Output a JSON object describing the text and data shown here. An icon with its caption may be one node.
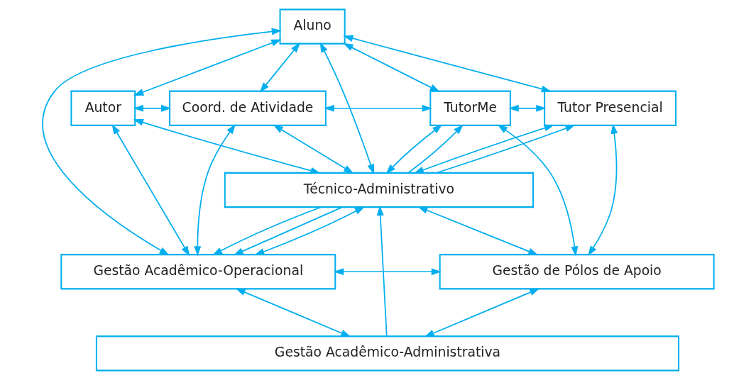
{
  "diagram": {
    "nodes": [
      {
        "text": [
          "Aluno"
        ]
      },
      {
        "text": [
          "Autor"
        ]
      },
      {
        "text": [
          "Coord. de Atividade"
        ]
      },
      {
        "text": [
          "TutorMe"
        ]
      },
      {
        "text": [
          "Tutor Presencial"
        ]
      },
      {
        "text": [
          "Técnico-Administrativo"
        ]
      },
      {
        "text": [
          "Gestão Acadêmico-Operacional"
        ]
      },
      {
        "text": [
          "Gestão de Pólos de Apoio"
        ]
      },
      {
        "text": [
          "Gestão Acadêmico-Administrativa"
        ]
      }
    ],
    "edges": [
      {
        "from": 0,
        "to": 1,
        "arrow": "both"
      },
      {
        "from": 6,
        "to": 0,
        "arrow": "both"
      },
      {
        "from": 0,
        "to": 2,
        "arrow": "both"
      },
      {
        "from": 0,
        "to": 5,
        "arrow": "both"
      },
      {
        "from": 0,
        "to": 3,
        "arrow": "both"
      },
      {
        "from": 0,
        "to": 4,
        "arrow": "both"
      },
      {
        "from": 1,
        "to": 2,
        "arrow": "both"
      },
      {
        "from": 2,
        "to": 3,
        "arrow": "both"
      },
      {
        "from": 3,
        "to": 4,
        "arrow": "both"
      },
      {
        "from": 1,
        "to": 5,
        "arrow": "both"
      },
      {
        "from": 1,
        "to": 6,
        "arrow": "both"
      },
      {
        "from": 2,
        "to": 6,
        "arrow": "both"
      },
      {
        "from": 2,
        "to": 5,
        "arrow": "both"
      },
      {
        "from": 5,
        "to": 3,
        "arrow": "to"
      },
      {
        "from": 3,
        "to": 5,
        "arrow": "both"
      },
      {
        "from": 5,
        "to": 4,
        "arrow": "both"
      },
      {
        "from": 5,
        "to": 4,
        "arrow": "to"
      },
      {
        "from": 3,
        "to": 7,
        "arrow": "both"
      },
      {
        "from": 8,
        "to": 5,
        "arrow": "to"
      },
      {
        "from": 4,
        "to": 7,
        "arrow": "both"
      },
      {
        "from": 5,
        "to": 6,
        "arrow": "to"
      },
      {
        "from": 5,
        "to": 6,
        "arrow": "to"
      },
      {
        "from": 5,
        "to": 6,
        "arrow": "both"
      },
      {
        "from": 5,
        "to": 7,
        "arrow": "both"
      },
      {
        "from": 6,
        "to": 7,
        "arrow": "both"
      },
      {
        "from": 6,
        "to": 8,
        "arrow": "both"
      },
      {
        "from": 7,
        "to": 8,
        "arrow": "both"
      }
    ]
  }
}
